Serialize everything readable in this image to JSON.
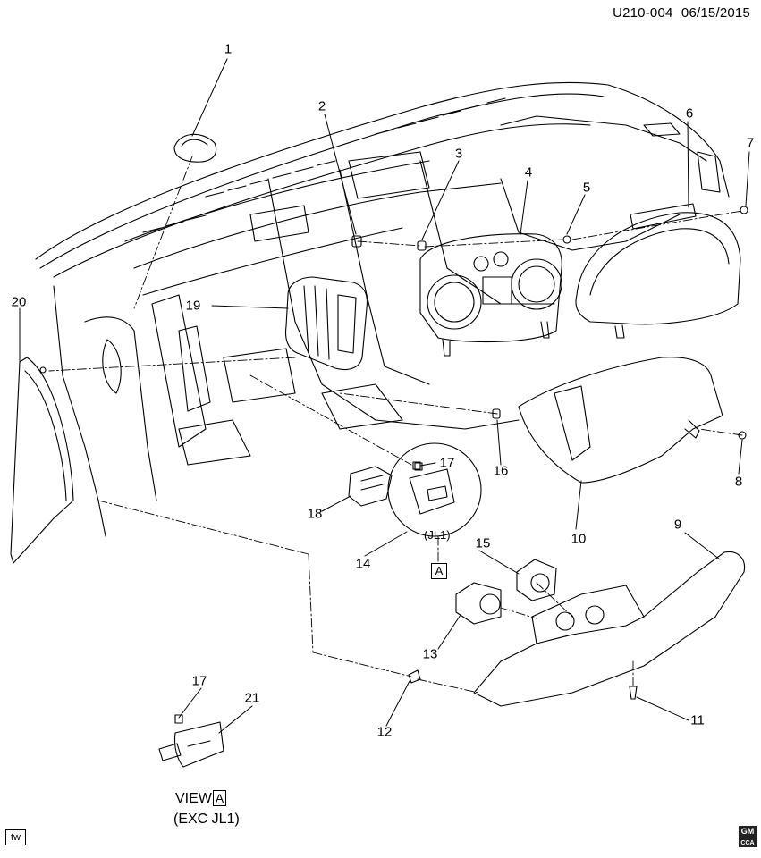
{
  "header": {
    "code": "U210-004",
    "date": "06/15/2015"
  },
  "callouts": [
    {
      "id": "c1",
      "label": "1"
    },
    {
      "id": "c2",
      "label": "2"
    },
    {
      "id": "c3",
      "label": "3"
    },
    {
      "id": "c4",
      "label": "4"
    },
    {
      "id": "c5",
      "label": "5"
    },
    {
      "id": "c6",
      "label": "6"
    },
    {
      "id": "c7",
      "label": "7"
    },
    {
      "id": "c8",
      "label": "8"
    },
    {
      "id": "c9",
      "label": "9"
    },
    {
      "id": "c10",
      "label": "10"
    },
    {
      "id": "c11",
      "label": "11"
    },
    {
      "id": "c12",
      "label": "12"
    },
    {
      "id": "c13",
      "label": "13"
    },
    {
      "id": "c14",
      "label": "14"
    },
    {
      "id": "c15",
      "label": "15"
    },
    {
      "id": "c16",
      "label": "16"
    },
    {
      "id": "c17",
      "label": "17"
    },
    {
      "id": "c18",
      "label": "18"
    },
    {
      "id": "c19",
      "label": "19"
    },
    {
      "id": "c20",
      "label": "20"
    },
    {
      "id": "c17b",
      "label": "17"
    },
    {
      "id": "c21",
      "label": "21"
    }
  ],
  "detail": {
    "option_label": "(JL1)",
    "view_ref": "A"
  },
  "view": {
    "prefix": "VIEW",
    "ref": "A",
    "sub": "(EXC JL1)"
  },
  "footer": {
    "tw": "tw",
    "gm_logo_line1": "GM",
    "gm_logo_line2": "CCA"
  }
}
